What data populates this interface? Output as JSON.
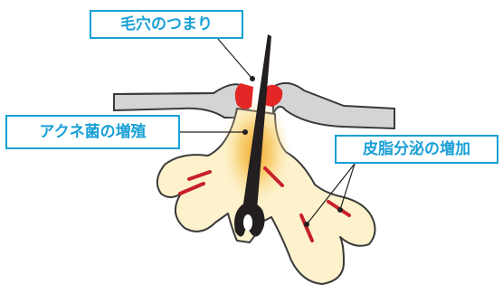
{
  "labels": {
    "pore_clog": "毛穴のつまり",
    "acne_bacteria": "アクネ菌の増殖",
    "sebum_increase": "皮脂分泌の増加"
  },
  "colors": {
    "label_blue": "#19a0d6",
    "skin_gray": "#d3d4d6",
    "skin_outline": "#3a3a3a",
    "gland_cream": "#fdf2cc",
    "bacteria_glow": "#f4a621",
    "clog_red": "#e32626",
    "sebum_red": "#c8202a",
    "hair_dark": "#231f20"
  }
}
